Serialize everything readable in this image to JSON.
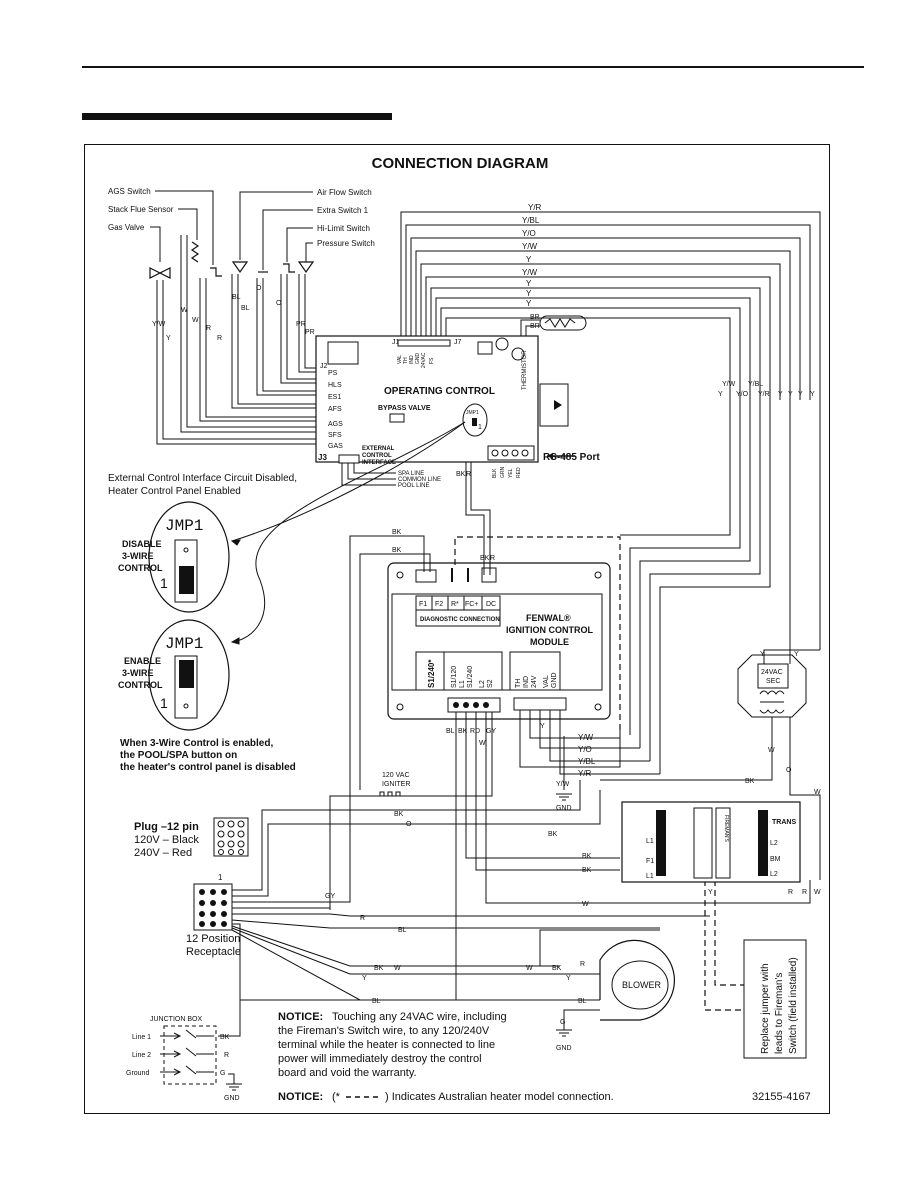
{
  "diagram": {
    "title": "CONNECTION DIAGRAM",
    "part_number": "32155-4167",
    "sensors": [
      "AGS Switch",
      "Stack Flue Sensor",
      "Gas Valve",
      "Air Flow Switch",
      "Extra Switch 1",
      "Hi-Limit Switch",
      "Pressure Switch"
    ],
    "operating_control": {
      "title": "OPERATING CONTROL",
      "bypass_valve": "BYPASS VALVE",
      "jmp1": "JMP1",
      "jmp1_pin": "1",
      "j2": "J2",
      "j3": "J3",
      "j1": "J1",
      "j7": "J7",
      "left_pins": [
        "PS",
        "HLS",
        "ES1",
        "AFS",
        "AGS",
        "SFS",
        "GAS"
      ],
      "j1_pins": [
        "VAL",
        "TH",
        "IND",
        "GND",
        "24VAC",
        "FS"
      ],
      "thermistor": "THERMISTOR",
      "external_control": [
        "EXTERNAL",
        "CONTROL",
        "INTERFACE"
      ],
      "rs485_pins": [
        "BLK",
        "GRN",
        "YEL",
        "RED"
      ],
      "rs485_label": "RS-485 Port"
    },
    "interface_lines": [
      "SPA LINE",
      "COMMON LINE",
      "POOL LINE"
    ],
    "external_note": [
      "External Control Interface Circuit Disabled,",
      "Heater Control Panel Enabled"
    ],
    "disable_label": [
      "DISABLE",
      "3-WIRE",
      "CONTROL"
    ],
    "enable_label": [
      "ENABLE",
      "3-WIRE",
      "CONTROL"
    ],
    "jmp_title": "JMP1",
    "jmp_pin": "1",
    "three_wire_note": [
      "When 3-Wire Control is enabled,",
      "the POOL/SPA button on",
      "the heater's control panel is disabled"
    ],
    "fenwal": {
      "brand": "FENWAL®",
      "line2": "IGNITION CONTROL",
      "line3": "MODULE",
      "terminals": [
        "F1",
        "F2",
        "R*",
        "FC+",
        "DC"
      ],
      "diagnostic": "DIAGNOSTIC CONNECTION",
      "s1_240": "S1/240*",
      "group1": [
        "S1/120",
        "L1",
        "S1/240",
        "L2",
        "S2"
      ],
      "group2": [
        "TH",
        "IND",
        "24V",
        "VAL",
        "GND"
      ]
    },
    "wire_labels": {
      "top_right": [
        "Y/R",
        "Y/BL",
        "Y/O",
        "Y/W",
        "Y",
        "Y/W",
        "Y",
        "Y",
        "Y"
      ],
      "left": [
        "Y/W",
        "Y",
        "W",
        "W",
        "R",
        "R",
        "BL",
        "BL",
        "O",
        "O",
        "PR",
        "PR"
      ],
      "right_bundle": [
        "Y/W",
        "Y",
        "Y/BL",
        "Y/O",
        "Y/R",
        "Y",
        "Y",
        "Y",
        "Y"
      ],
      "bk": "BK",
      "br": "BR",
      "fenwal_bottom": [
        "BL",
        "BK",
        "RD",
        "GY",
        "W"
      ],
      "fenwal_right": [
        "Y",
        "Y/W",
        "Y/O",
        "Y/BL",
        "Y/R"
      ],
      "misc": [
        "R",
        "W",
        "O",
        "GY",
        "BL",
        "Y",
        "G"
      ]
    },
    "igniter": [
      "120 VAC",
      "IGNITER"
    ],
    "plug": {
      "title": "Plug –12 pin",
      "line1": "120V – Black",
      "line2": "240V – Red"
    },
    "receptacle": [
      "12 Position",
      "Receptacle"
    ],
    "receptacle_pin": "1",
    "junction_box": {
      "title": "JUNCTION BOX",
      "lines": [
        "Line 1",
        "Line 2",
        "Ground"
      ]
    },
    "ground_label": "GND",
    "transformer": [
      "24VAC",
      "SEC"
    ],
    "trans_block": [
      "L1",
      "F1",
      "L1",
      "L2",
      "L2",
      "BM",
      "TRANS"
    ],
    "fireman_text": [
      "FIREMAN'S"
    ],
    "fireman_box": [
      "Replace jumper with",
      "leads to Fireman's",
      "Switch (field installed)"
    ],
    "blower": "BLOWER",
    "notice1": [
      "Touching any 24VAC wire, including",
      "the Fireman's Switch wire, to any 120/240V",
      "terminal while the heater is connected to line",
      "power will immediately destroy the control",
      "board and void the warranty."
    ],
    "notice_label": "NOTICE:",
    "notice2_pre": "(*",
    "notice2_post": ") Indicates Australian heater model connection."
  }
}
